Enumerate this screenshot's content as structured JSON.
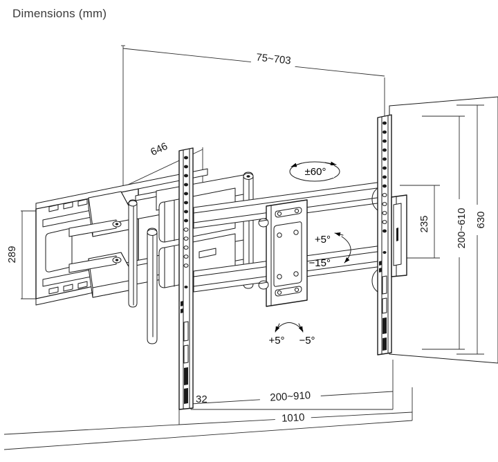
{
  "title": "Dimensions (mm)",
  "background": "#ffffff",
  "line_color": "#1a1a1a",
  "dimension_labels": {
    "top_extension": "75~703",
    "plate_width": "646",
    "plate_height": "289",
    "rail_offset": "32",
    "vesa_height": "235",
    "vesa_width_range": "200~610",
    "panel_height": "630",
    "vesa_width_h_range": "200~910",
    "total_width": "1010"
  },
  "angle_labels": {
    "swivel": "±60°",
    "tilt_up": "+5°",
    "tilt_down": "−15°",
    "roll_plus": "+5°",
    "roll_minus": "−5°"
  },
  "chart_data": {
    "type": "table",
    "title": "Dimensions (mm)",
    "categories": [
      "75~703",
      "646",
      "289",
      "32",
      "235",
      "200~610",
      "630",
      "200~910",
      "1010",
      "±60°",
      "+5°",
      "−15°",
      "+5°",
      "−5°"
    ],
    "values": [
      null,
      646,
      289,
      32,
      235,
      null,
      630,
      null,
      1010,
      60,
      5,
      -15,
      5,
      -5
    ]
  }
}
